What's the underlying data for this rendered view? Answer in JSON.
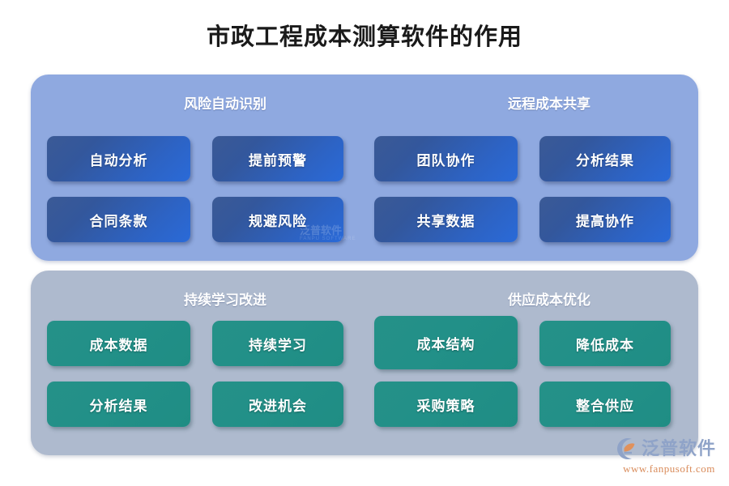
{
  "page": {
    "title": "市政工程成本测算软件的作用",
    "background_color": "#ffffff"
  },
  "colors": {
    "panel_top": "#8fa9e0",
    "panel_bottom": "#aebace",
    "card_blue_dark": "#3b5a96",
    "card_blue_light": "#2a6ad8",
    "card_teal": "#229088",
    "title_text": "#1a1a1a",
    "brand_name": "#8fa3c8",
    "brand_url": "#d98b5a"
  },
  "panels": [
    {
      "id": "panel-top",
      "theme": "blue",
      "groups": [
        {
          "id": "group-risk",
          "header": "风险自动识别",
          "cards": [
            "自动分析",
            "提前预警",
            "合同条款",
            "规避风险"
          ]
        },
        {
          "id": "group-remote",
          "header": "远程成本共享",
          "cards": [
            "团队协作",
            "分析结果",
            "共享数据",
            "提高协作"
          ]
        }
      ]
    },
    {
      "id": "panel-bottom",
      "theme": "teal",
      "groups": [
        {
          "id": "group-learning",
          "header": "持续学习改进",
          "cards": [
            "成本数据",
            "持续学习",
            "分析结果",
            "改进机会"
          ]
        },
        {
          "id": "group-supply",
          "header": "供应成本优化",
          "cards": [
            "成本结构",
            "降低成本",
            "采购策略",
            "整合供应"
          ]
        }
      ]
    }
  ],
  "watermark": {
    "text": "泛普软件",
    "sub": "FANPU SOFTWARE"
  },
  "brand": {
    "name": "泛普软件",
    "url": "www.fanpusoft.com",
    "mark": "fanpu-logo-icon"
  }
}
